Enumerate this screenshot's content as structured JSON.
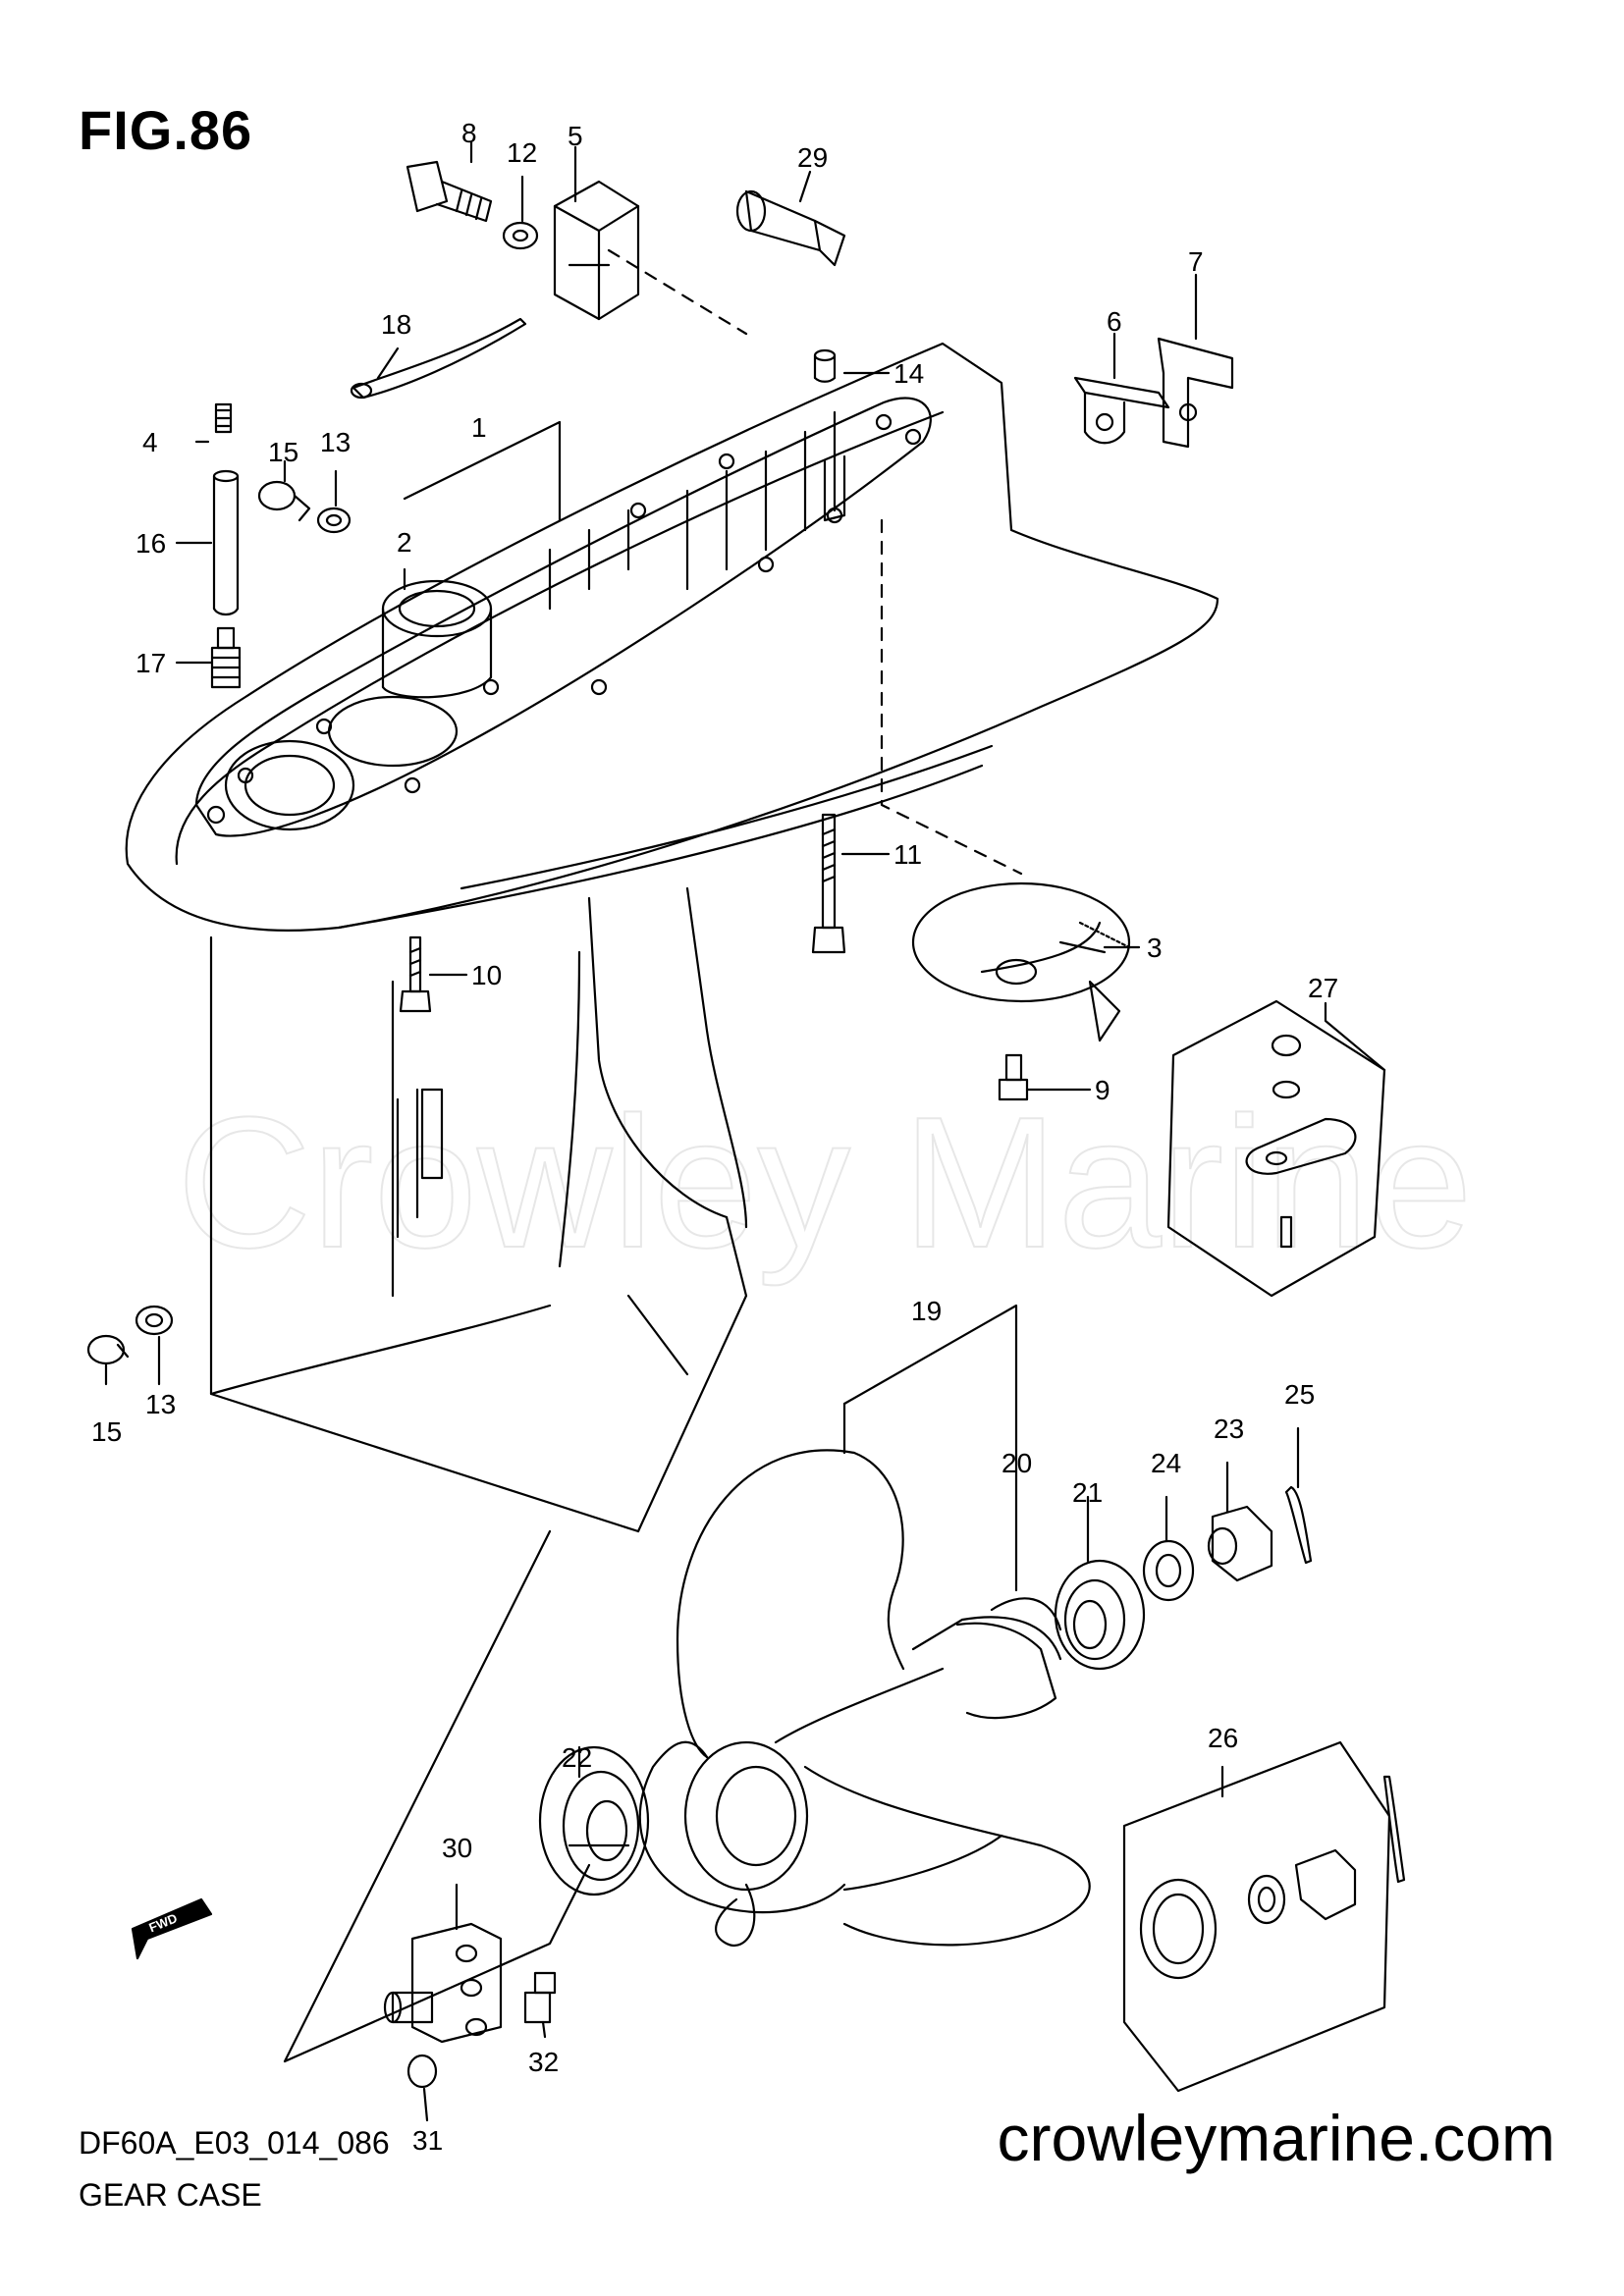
{
  "figure": {
    "title": "FIG.86"
  },
  "watermark": "Crowley Marine",
  "footer": {
    "code": "DF60A_E03_014_086",
    "name": "GEAR CASE",
    "site": "crowleymarine.com"
  },
  "fwd_label": "FWD",
  "callouts": [
    "1",
    "2",
    "3",
    "4",
    "5",
    "6",
    "7",
    "8",
    "9",
    "10",
    "11",
    "12",
    "13",
    "13",
    "14",
    "15",
    "15",
    "16",
    "17",
    "18",
    "19",
    "20",
    "21",
    "22",
    "23",
    "24",
    "25",
    "26",
    "27",
    "29",
    "30",
    "31",
    "32"
  ]
}
